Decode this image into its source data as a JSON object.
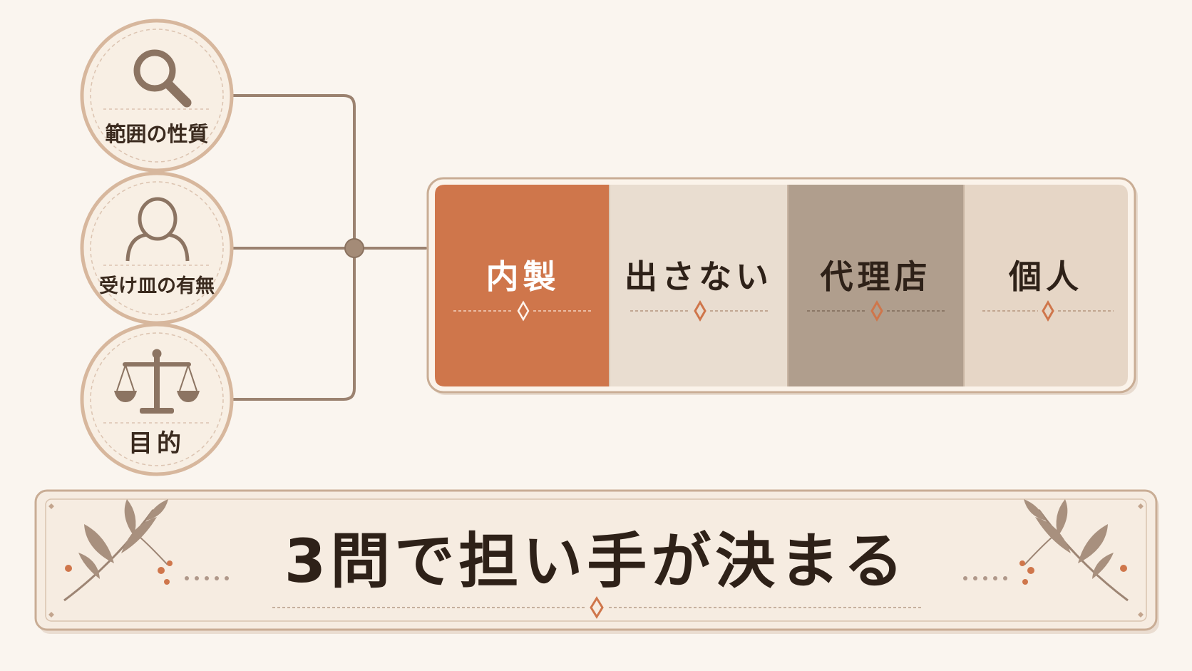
{
  "questions": [
    {
      "label": "範囲の性質",
      "icon": "magnifier-icon"
    },
    {
      "label": "受け皿の有無",
      "icon": "person-icon"
    },
    {
      "label": "目的",
      "icon": "scales-icon"
    }
  ],
  "options": [
    {
      "label": "内製",
      "color": "#cf764b",
      "text_color": "#ffffff"
    },
    {
      "label": "出さない",
      "color": "#e9ddd0",
      "text_color": "#2e2118"
    },
    {
      "label": "代理店",
      "color": "#b09e8d",
      "text_color": "#2e2118"
    },
    {
      "label": "個人",
      "color": "#e6d6c6",
      "text_color": "#2e2118"
    }
  ],
  "conclusion": "3問で担い手が決まる",
  "colors": {
    "accent": "#cf764b",
    "line": "#9b8270",
    "circle_fill": "#f8efe4",
    "circle_border": "#d7b79d",
    "icon": "#8c7462"
  }
}
